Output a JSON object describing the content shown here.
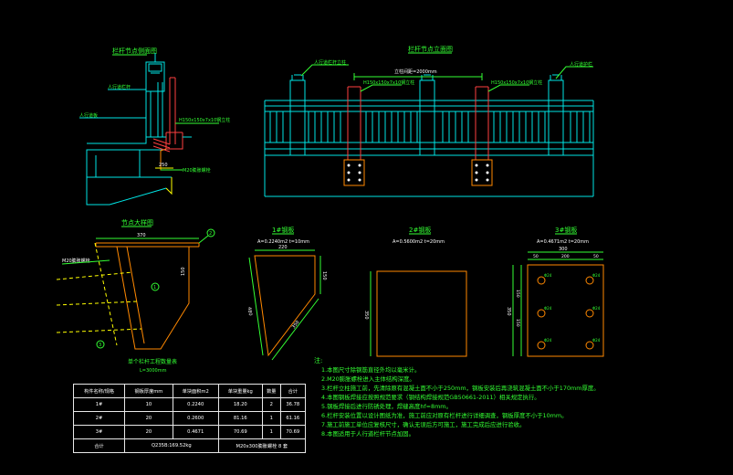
{
  "titles": {
    "section_elevation": "栏杆节点侧面图",
    "front_elevation": "栏杆节点立面图",
    "anchor_detail": "节点大样图",
    "plate1": "1#钢板",
    "plate2": "2#钢板",
    "plate3": "3#钢板",
    "weld_note": "单个栏杆工程数量表",
    "weld_sub": "L=3000mm"
  },
  "labels": {
    "rail_front": "人行道栏杆立柱",
    "post_spacing": "立柱间距=2000mm",
    "steel_left": "H150x150x7x10钢立柱",
    "steel_right": "H150x150x7x10钢立柱",
    "rail_right": "人行道护栏",
    "side_top": "人行道栏杆",
    "side_mid": "人行道板",
    "side_steel": "H150x150x7x10钢立柱",
    "side_bolt": "M20膨胀螺栓",
    "side_dim": "250",
    "anchor_dim_top": "370",
    "anchor_dim_side": "150",
    "anchor_weld": "M20膨胀螺栓",
    "anchor_circ1": "1",
    "anchor_circ2": "2",
    "anchor_circ3": "3",
    "p1_spec": "A=0.2240m2  t=10mm",
    "p1_top": "220",
    "p1_left": "480",
    "p1_right": "150",
    "p1_diag": "350",
    "p2_spec": "A=0.5600m2  t=20mm",
    "p2_side": "350",
    "p3_spec": "A=0.4671m2  t=20mm",
    "p3_top": "300",
    "p3_top_a": "50",
    "p3_top_b": "200",
    "p3_top_c": "50",
    "p3_side": "350",
    "p3_side_a": "150",
    "p3_side_b": "150",
    "p3_hole": "Φ24"
  },
  "notes": {
    "head": "注:",
    "items": [
      "1.本图尺寸除钢筋直径外均以毫米计。",
      "2.M20膨胀螺栓进入主体结构深度。",
      "3.栏杆立柱施工前，先清除原有混凝土面不小于250mm，钢板安装后再浇筑混凝土面不小于170mm厚度。",
      "4.本图钢板焊接应按照规范要求（钢结构焊接规范GB50661-2011）相关规定执行。",
      "5.钢板焊接后进行防锈处理，焊缝高度hf=8mm。",
      "6.栏杆安装位置以设计图纸为准，施工前应对原有栏杆进行详细调查，钢板厚度不小于10mm。",
      "7.施工前施工单位应复核尺寸，确认无误后方可施工，施工完成后应进行验收。",
      "8.本图适用于人行道栏杆节点加固。"
    ]
  },
  "table": {
    "headers": [
      "构件名称/规格",
      "钢板厚度mm",
      "单块面积m2",
      "单块重量kg",
      "数量",
      "合计"
    ],
    "rows": [
      [
        "1#",
        "10",
        "0.2240",
        "18.20",
        "2",
        "36.78"
      ],
      [
        "2#",
        "20",
        "0.2600",
        "81.16",
        "1",
        "61.16"
      ],
      [
        "3#",
        "20",
        "0.4671",
        "70.69",
        "1",
        "70.69"
      ]
    ],
    "footer": [
      "合计",
      "Q235B:169.52kg",
      "M20x300膨胀螺栓  8  套"
    ]
  }
}
